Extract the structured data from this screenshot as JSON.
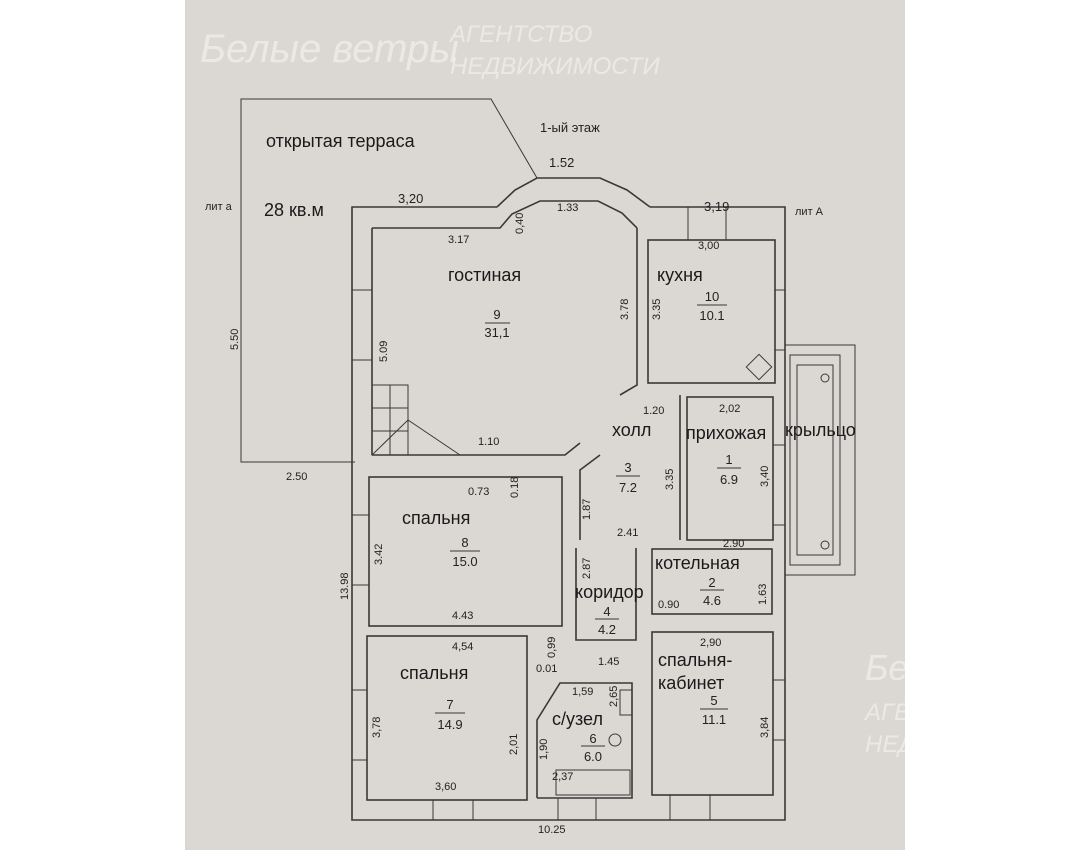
{
  "plan": {
    "floor_title": "1-ый этаж",
    "lit_left": "лит а",
    "lit_right": "лит А",
    "terrace": {
      "label": "открытая терраса",
      "area": "28 кв.м"
    },
    "rooms": [
      {
        "label": "прихожая",
        "number": "1",
        "area": "6.9"
      },
      {
        "label": "котельная",
        "number": "2",
        "area": "4.6"
      },
      {
        "label": "холл",
        "number": "3",
        "area": "7.2"
      },
      {
        "label": "коридор",
        "number": "4",
        "area": "4.2"
      },
      {
        "label_line1": "спальня-",
        "label_line2": "кабинет",
        "number": "5",
        "area": "11.1"
      },
      {
        "label": "с/узел",
        "number": "6",
        "area": "6.0"
      },
      {
        "label": "спальня",
        "number": "7",
        "area": "14.9"
      },
      {
        "label": "спальня",
        "number": "8",
        "area": "15.0"
      },
      {
        "label": "гостиная",
        "number": "9",
        "area": "31,1"
      },
      {
        "label": "кухня",
        "number": "10",
        "area": "10.1"
      }
    ],
    "porch": "крыльцо",
    "dimensions": {
      "bay_outer": "1.52",
      "bay_inner": "1.33",
      "top_left_outer": "3,20",
      "top_left_inner": "3.17",
      "bay_depth": "0,40",
      "top_right_outer": "3,19",
      "kitchen_top": "3,00",
      "terrace_height": "5.50",
      "terrace_bottom": "2.50",
      "living_left": "5.09",
      "stairs_right": "1.10",
      "living_right": "3.78",
      "kitchen_left": "3.35",
      "hall_top": "1.20",
      "entry_top": "2,02",
      "hall_right": "3.35",
      "entry_right": "3,40",
      "hall_left": "1.87",
      "hall_bottom": "2.41",
      "boiler_top": "2.90",
      "boiler_right": "1.63",
      "boiler_bottom": "0.90",
      "corridor_left": "2.87",
      "bed8_notch_w": "0.73",
      "bed8_notch_d": "0.18",
      "bed8_left": "3.42",
      "bed8_bottom": "4.43",
      "total_left": "13.98",
      "bed7_top": "4,54",
      "niche_h": "0,99",
      "niche_d": "0.01",
      "corridor_bottom": "1.45",
      "office_top": "2,90",
      "bath_top": "1,59",
      "bath_v": "2,65",
      "office_right": "3,84",
      "bed7_left": "3,78",
      "bed7_right": "2,01",
      "bath_left": "1,90",
      "bath_bottom": "2,37",
      "bed7_bottom": "3,60",
      "total_bottom": "10.25"
    },
    "watermark": {
      "logo": "Белые ветры",
      "line1": "АГЕНТСТВО",
      "line2": "НЕДВИЖИМОСТИ"
    }
  }
}
